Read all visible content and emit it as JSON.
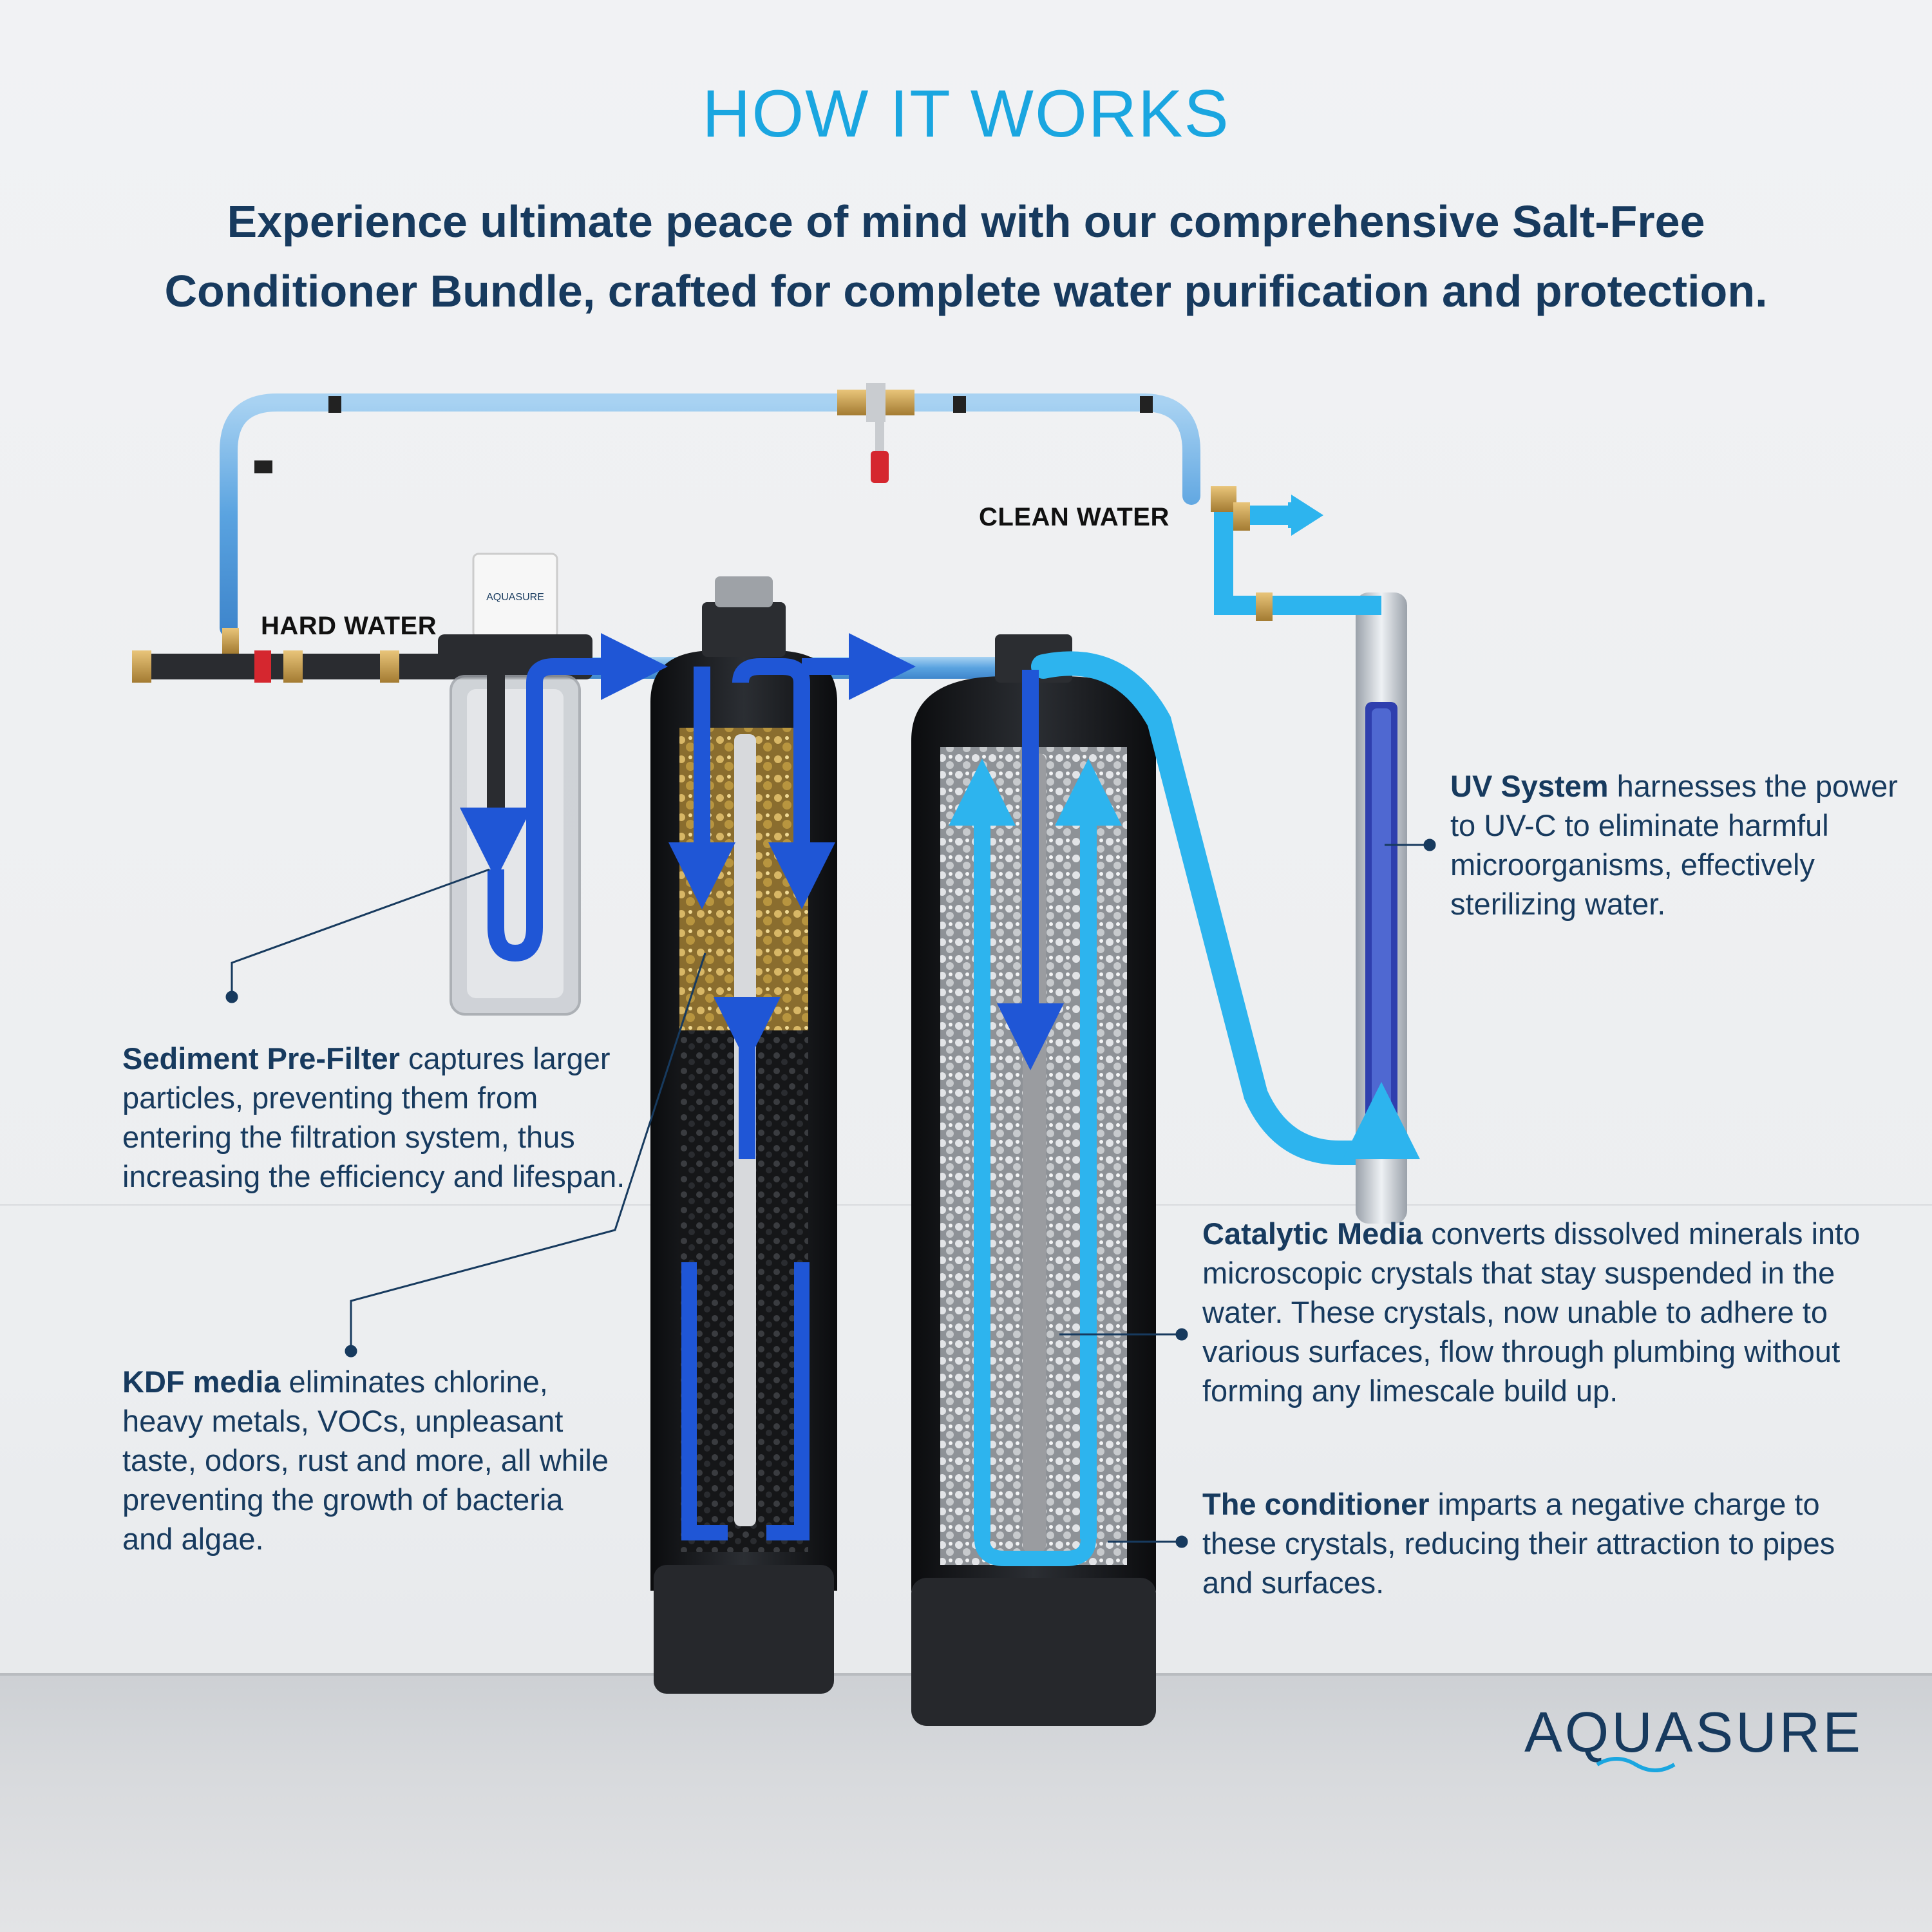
{
  "header": {
    "title": "HOW IT WORKS",
    "subtitle": "Experience ultimate peace of mind with our comprehensive Salt-Free Conditioner Bundle, crafted for complete water purification and protection."
  },
  "flow_labels": {
    "hard_water": "HARD WATER",
    "clean_water": "CLEAN WATER"
  },
  "components": {
    "sediment": {
      "name": "Sediment Pre-Filter",
      "text": " captures larger particles, preventing them from entering the filtration system, thus increasing the efficiency and lifespan."
    },
    "kdf": {
      "name": "KDF media",
      "text": " eliminates chlorine, heavy metals, VOCs, unpleasant taste, odors, rust and more, all while preventing the growth of bacteria and algae."
    },
    "uv": {
      "name": "UV System",
      "text": " harnesses the power to UV-C to eliminate harmful microorganisms, effectively sterilizing water."
    },
    "catalytic": {
      "name": "Catalytic Media",
      "text": " converts dissolved minerals into microscopic crystals that stay suspended in the water. These crystals, now unable to adhere to various surfaces, flow through plumbing without forming any limescale build up."
    },
    "conditioner": {
      "name": "The conditioner",
      "text": " imparts a negative charge to these crystals, reducing their attraction to pipes and surfaces."
    }
  },
  "filter_housing_label": "AQUASURE",
  "brand": {
    "logo_text": "AQUASURE",
    "color": "#173a5e",
    "accent": "#1aa6e0"
  },
  "colors": {
    "title": "#1aa6e0",
    "text": "#173a5e",
    "flow_dark": "#1f56d6",
    "flow_light": "#2db4ee",
    "tank": "#1a1c1f"
  }
}
